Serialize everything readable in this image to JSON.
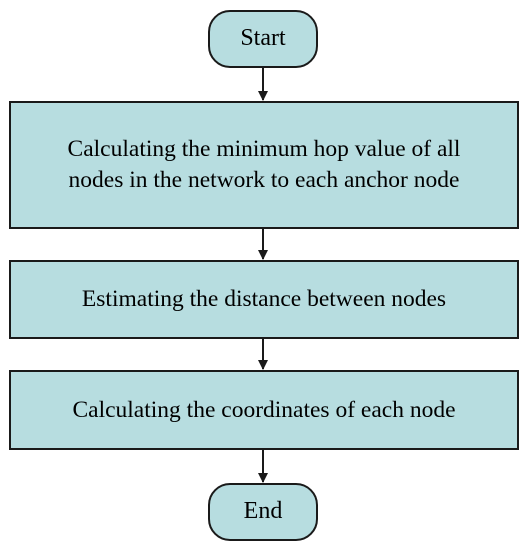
{
  "colors": {
    "node_fill": "#b7dde0",
    "stroke": "#1a1a1a"
  },
  "nodes": {
    "start": {
      "label": "Start"
    },
    "step1": {
      "line1": "Calculating the minimum hop value of all",
      "line2": "nodes in the network to each anchor node"
    },
    "step2": {
      "label": "Estimating the distance between nodes"
    },
    "step3": {
      "label": "Calculating the coordinates of each node"
    },
    "end": {
      "label": "End"
    }
  }
}
